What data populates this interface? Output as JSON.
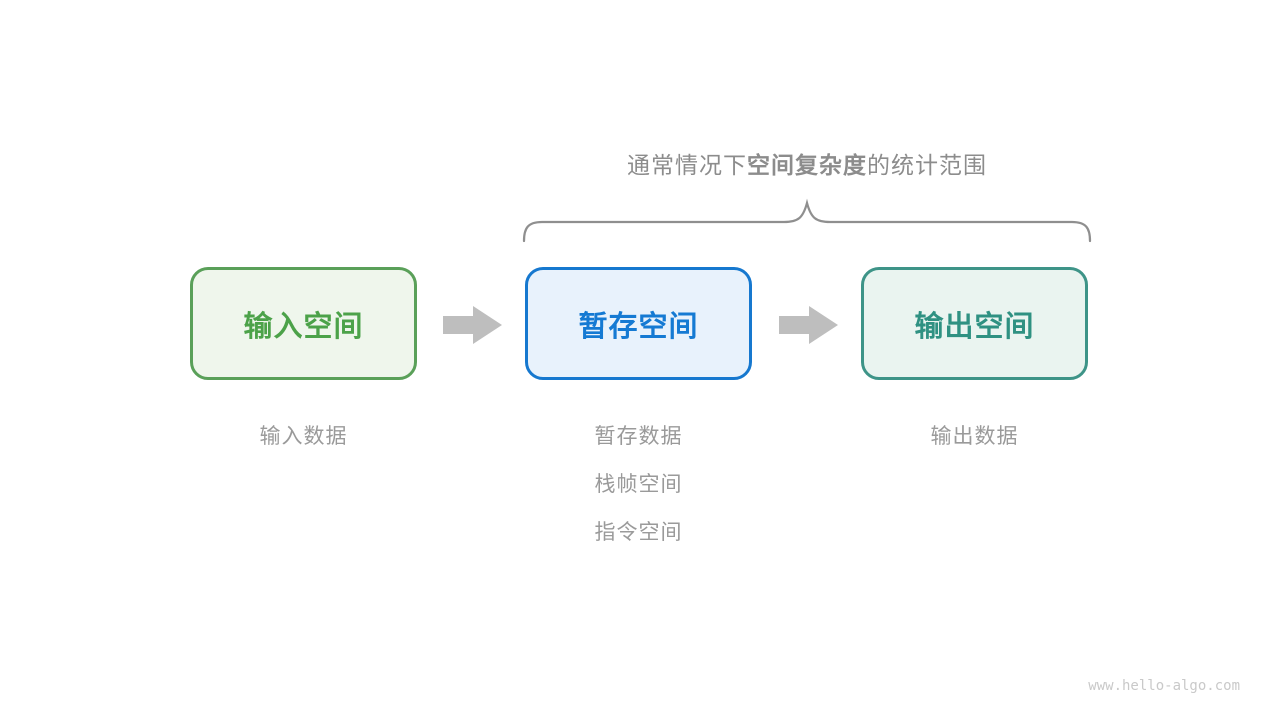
{
  "title": {
    "prefix": "通常情况下",
    "bold": "空间复杂度",
    "suffix": "的统计范围"
  },
  "boxes": [
    {
      "label": "输入空间",
      "border_color": "#5AA059",
      "bg_color": "#EFF6EC",
      "text_color": "#4CA249"
    },
    {
      "label": "暂存空间",
      "border_color": "#1678CF",
      "bg_color": "#E8F2FC",
      "text_color": "#157AD3"
    },
    {
      "label": "输出空间",
      "border_color": "#3E9488",
      "bg_color": "#EAF4F0",
      "text_color": "#2F9182"
    }
  ],
  "notes": [
    {
      "lines": [
        "输入数据"
      ]
    },
    {
      "lines": [
        "暂存数据",
        "栈帧空间",
        "指令空间"
      ]
    },
    {
      "lines": [
        "输出数据"
      ]
    }
  ],
  "watermark": "www.hello-algo.com",
  "colors": {
    "title_text": "#8C8C8C",
    "note_text": "#9A9A9A",
    "brace": "#8F8F8F",
    "arrow": "#BEBEBE",
    "watermark": "#C9C9C9",
    "background": "#FFFFFF"
  }
}
